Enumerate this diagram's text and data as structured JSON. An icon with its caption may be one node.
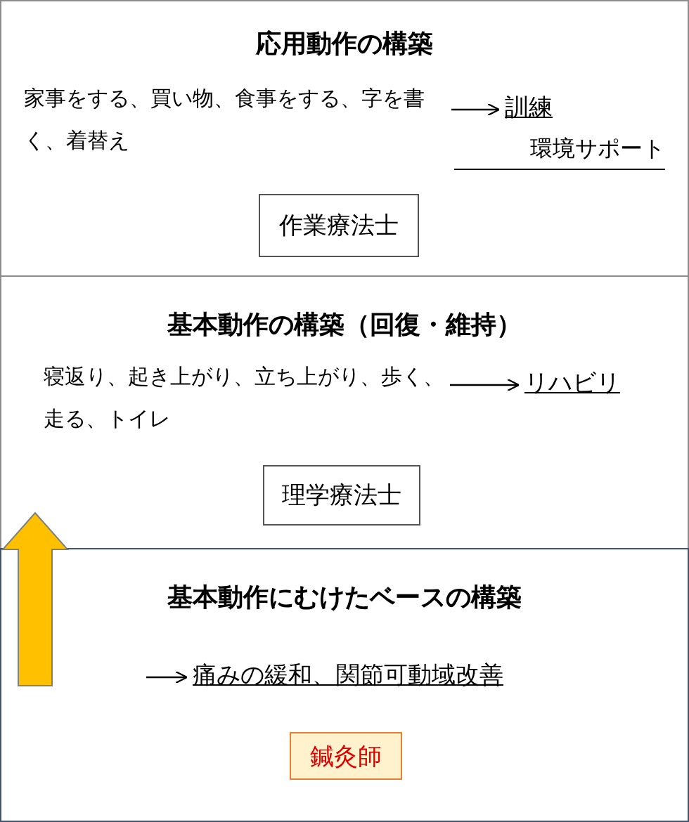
{
  "diagram": {
    "nodes": [
      {
        "text": [
          "応用動作の構築"
        ]
      },
      {
        "text": [
          "家事をする、買い物、食事をする、字を書く、着替え"
        ],
        "in": 0
      },
      {
        "text": [
          "訓練"
        ],
        "in": 0
      },
      {
        "text": [
          "環境サポート"
        ],
        "in": 0
      },
      {
        "text": [
          "作業療法士"
        ],
        "in": 0
      },
      {
        "text": [
          "基本動作の構築（回復・維持）"
        ]
      },
      {
        "text": [
          "寝返り、起き上がり、立ち上がり、歩く、走る、トイレ"
        ],
        "in": 5
      },
      {
        "text": [
          "リハビリ"
        ],
        "in": 5
      },
      {
        "text": [
          "理学療法士"
        ],
        "in": 5
      },
      {
        "text": [
          "基本動作にむけたベースの構築"
        ]
      },
      {
        "text": [
          "痛みの緩和、関節可動域改善"
        ],
        "in": 9
      },
      {
        "text": [
          "鍼灸師"
        ],
        "in": 9
      }
    ],
    "edges": [
      {
        "from": 1,
        "to": 2,
        "arrow": "to"
      },
      {
        "from": 6,
        "to": 7,
        "arrow": "to"
      },
      {
        "from": null,
        "to": 10,
        "arrow": "to"
      },
      {
        "from": 9,
        "to": 5,
        "arrow": "to",
        "style": "thick",
        "color": "#ffc000"
      }
    ]
  }
}
